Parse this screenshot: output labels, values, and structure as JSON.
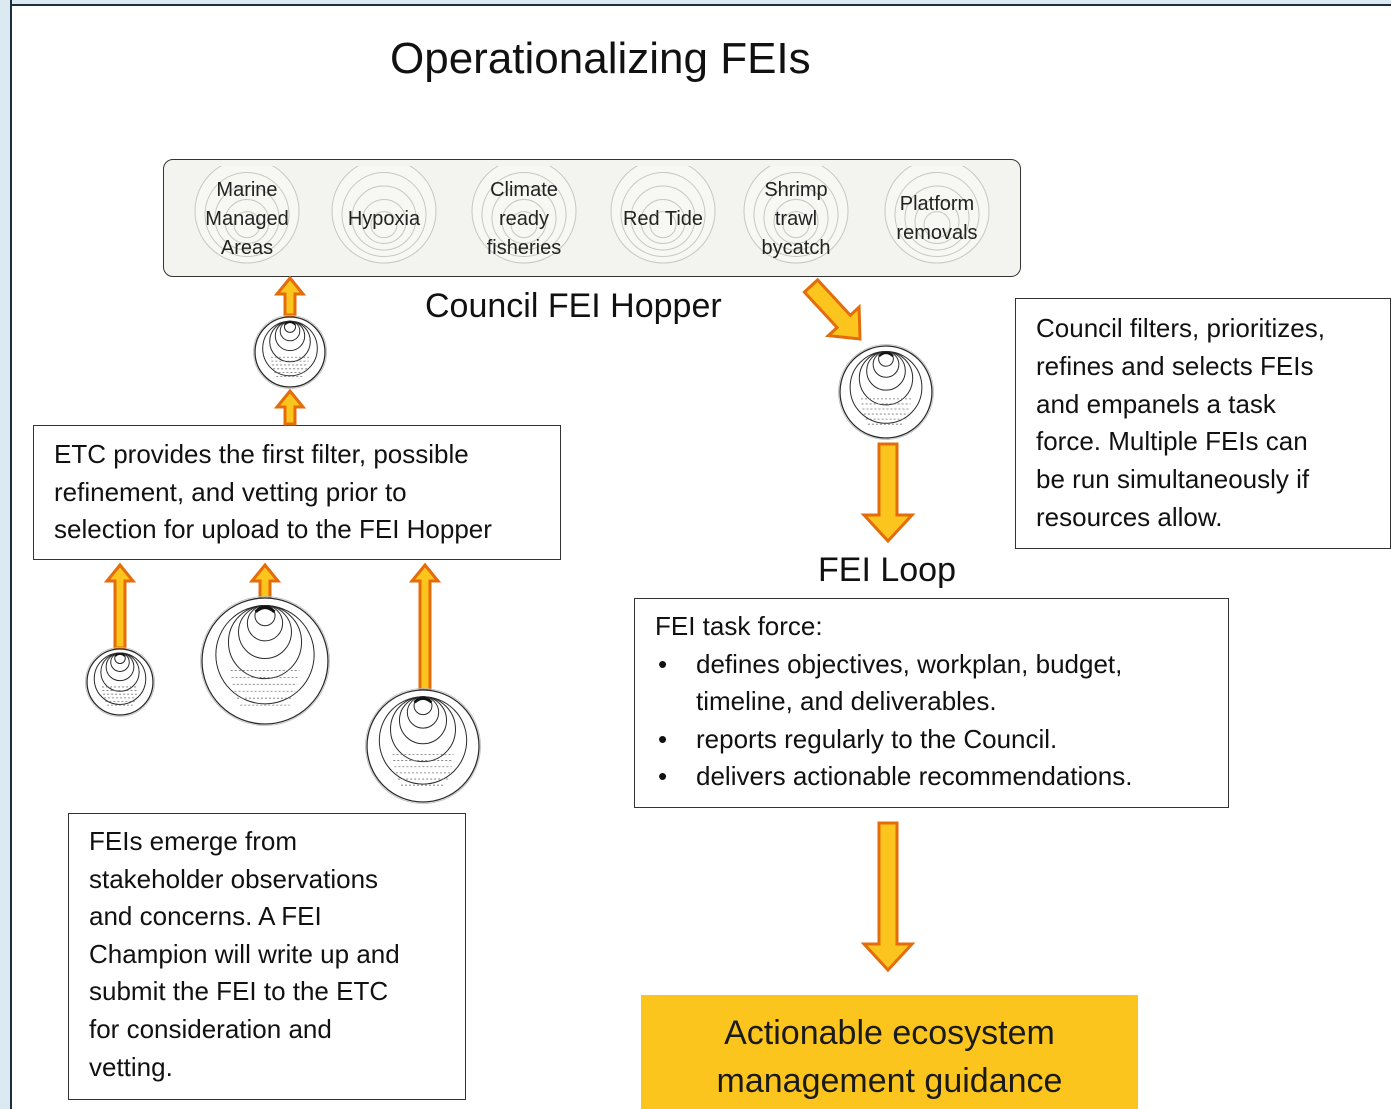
{
  "title": "Operationalizing FEIs",
  "hopper": {
    "label": "Council FEI Hopper",
    "items": [
      {
        "label": "Marine\nManaged\nAreas"
      },
      {
        "label": "Hypoxia"
      },
      {
        "label": "Climate\nready\nfisheries"
      },
      {
        "label": "Red Tide"
      },
      {
        "label": "Shrimp\ntrawl\nbycatch"
      },
      {
        "label": "Platform\nremovals"
      }
    ]
  },
  "etc_box": {
    "lines": [
      "ETC provides the first filter, possible",
      "refinement, and vetting prior to",
      "selection for upload to the FEI Hopper"
    ]
  },
  "council_box": {
    "lines": [
      "Council filters, prioritizes,",
      "refines and selects FEIs",
      "and empanels a task",
      "force.  Multiple FEIs can",
      "be run simultaneously if",
      "resources allow."
    ]
  },
  "stakeholder_box": {
    "lines": [
      "FEIs emerge from",
      "stakeholder observations",
      "and concerns.  A FEI",
      "Champion will write up and",
      "submit the FEI to the ETC",
      "for consideration and",
      "vetting."
    ]
  },
  "loop": {
    "label": "FEI Loop",
    "task_force": {
      "heading": "FEI task force:",
      "bullets": [
        "defines objectives, workplan, budget, timeline, and deliverables.",
        "reports regularly to the Council.",
        "delivers actionable recommendations."
      ],
      "bullet_lines": [
        [
          "defines objectives, workplan, budget,",
          "timeline, and deliverables."
        ],
        [
          "reports regularly to the Council."
        ],
        [
          "delivers actionable recommendations."
        ]
      ]
    }
  },
  "guidance": {
    "lines": [
      "Actionable ecosystem",
      "management guidance"
    ]
  },
  "colors": {
    "arrow_fill": "#fcc51e",
    "arrow_stroke": "#e46c0a",
    "guidance_fill": "#fcc51e"
  }
}
